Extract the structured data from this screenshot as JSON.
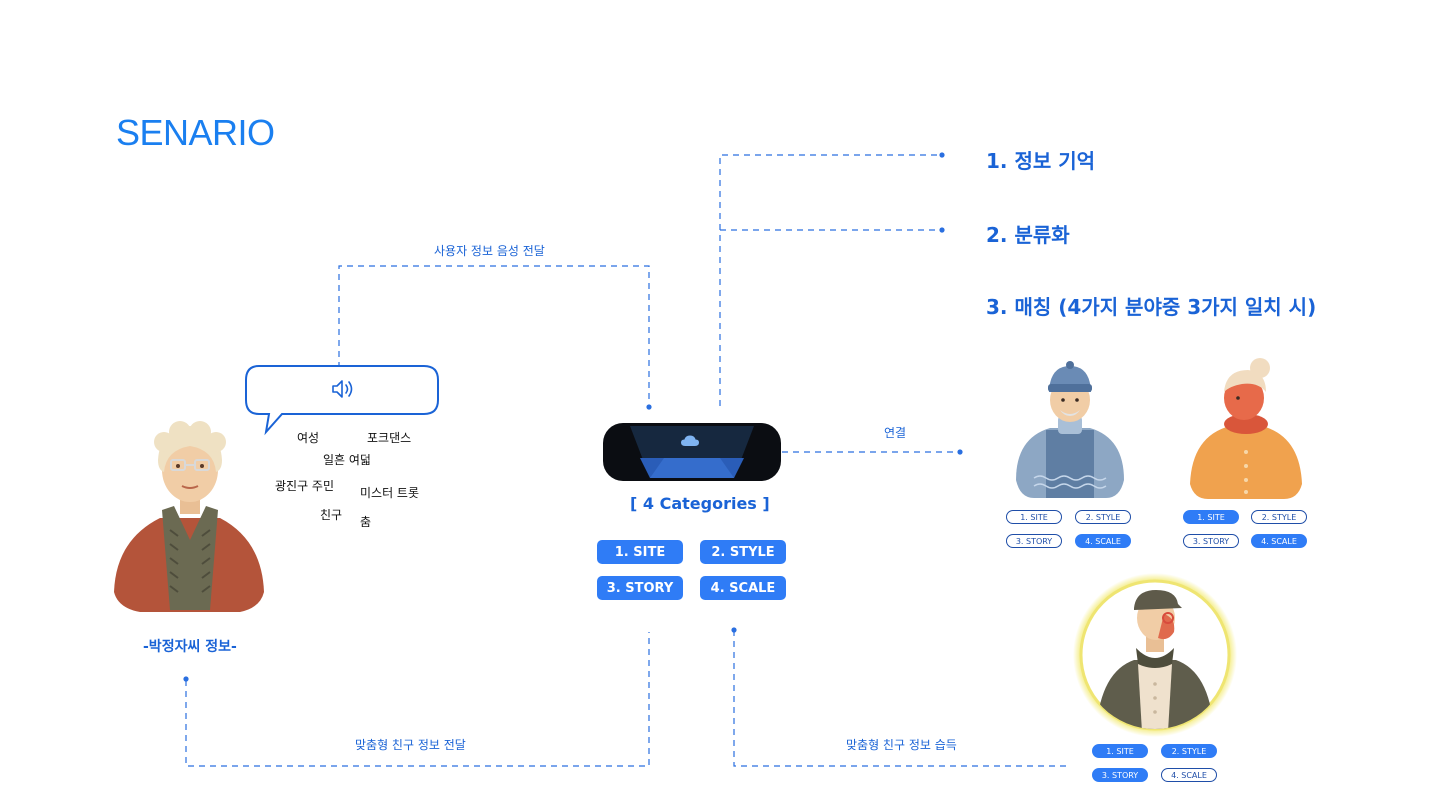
{
  "title": "SENARIO",
  "steps": [
    "1. 정보 기억",
    "2. 분류화",
    "3. 매칭 (4가지 분야중 3가지 일치 시)"
  ],
  "labels": {
    "voice_transfer": "사용자 정보 음성 전달",
    "connect": "연결",
    "friend_info_transfer": "맞춤형 친구 정보 전달",
    "friend_info_acquire": "맞춤형 친구 정보 습득",
    "user_name": "-박정자씨 정보-"
  },
  "keywords": [
    "여성",
    "포크댄스",
    "일흔 여덟",
    "광진구 주민",
    "미스터 트롯",
    "친구",
    "춤"
  ],
  "device": {
    "categories_title": "[ 4 Categories ]",
    "buttons": [
      "1. SITE",
      "2. STYLE",
      "3. STORY",
      "4. SCALE"
    ]
  },
  "matches": [
    {
      "tags": [
        "1. SITE",
        "2. STYLE",
        "3. STORY",
        "4. SCALE"
      ],
      "active": [
        false,
        false,
        false,
        true
      ]
    },
    {
      "tags": [
        "1. SITE",
        "2. STYLE",
        "3. STORY",
        "4. SCALE"
      ],
      "active": [
        true,
        false,
        false,
        true
      ]
    },
    {
      "tags": [
        "1. SITE",
        "2. STYLE",
        "3. STORY",
        "4. SCALE"
      ],
      "active": [
        true,
        true,
        true,
        false
      ]
    }
  ],
  "colors": {
    "accent": "#1a7ff0",
    "button": "#2f7cf6",
    "line": "#2a6fe0",
    "highlight": "#f4ee7a"
  },
  "icons": [
    "speaker-icon",
    "cloud-logo-icon"
  ]
}
